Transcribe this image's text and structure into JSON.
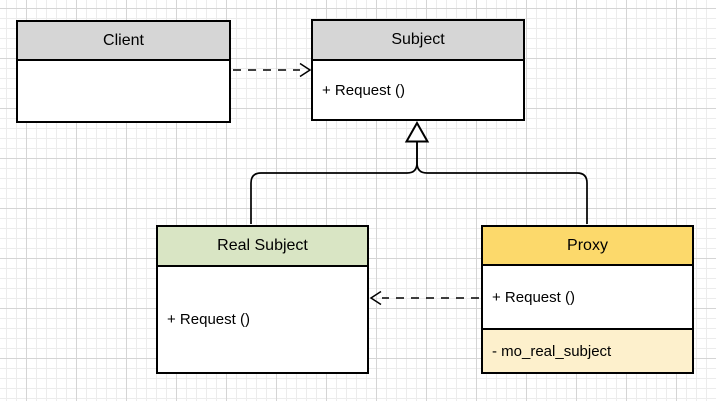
{
  "diagram": {
    "kind": "uml-class-diagram",
    "classes": {
      "client": {
        "name": "Client"
      },
      "subject": {
        "name": "Subject",
        "method": "+ Request ()"
      },
      "real_subject": {
        "name": "Real Subject",
        "method": "+ Request ()"
      },
      "proxy": {
        "name": "Proxy",
        "method": "+ Request ()",
        "attribute": "- mo_real_subject"
      }
    },
    "relations": [
      {
        "from": "Client",
        "to": "Subject",
        "type": "dashed-dependency"
      },
      {
        "from": "Real Subject",
        "to": "Subject",
        "type": "generalization"
      },
      {
        "from": "Proxy",
        "to": "Subject",
        "type": "generalization"
      },
      {
        "from": "Proxy",
        "to": "Real Subject",
        "type": "dashed-dependency"
      }
    ],
    "colors": {
      "gray_header": "#d6d6d6",
      "green_header": "#d9e5c4",
      "yellow_header": "#fcd96b",
      "cream_section": "#fdf0cc",
      "stroke": "#000000",
      "grid_minor": "#ececec",
      "grid_major": "#d5d5d5",
      "background": "#ffffff"
    }
  }
}
